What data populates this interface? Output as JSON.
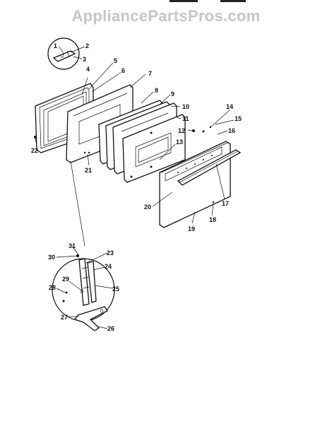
{
  "watermark": "AppliancePartsPros.com",
  "parts": {
    "p1": "1",
    "p2": "2",
    "p3": "3",
    "p4": "4",
    "p5": "5",
    "p6": "6",
    "p7": "7",
    "p8": "8",
    "p9": "9",
    "p10": "10",
    "p11": "11",
    "p12": "12",
    "p13": "13",
    "p14": "14",
    "p15": "15",
    "p16": "16",
    "p17": "17",
    "p18": "18",
    "p19": "19",
    "p20": "20",
    "p21": "21",
    "p22": "22",
    "p23": "23",
    "p24": "24",
    "p25": "25",
    "p26": "26",
    "p27": "27",
    "p28": "28",
    "p29": "29",
    "p30": "30",
    "p31": "31"
  }
}
